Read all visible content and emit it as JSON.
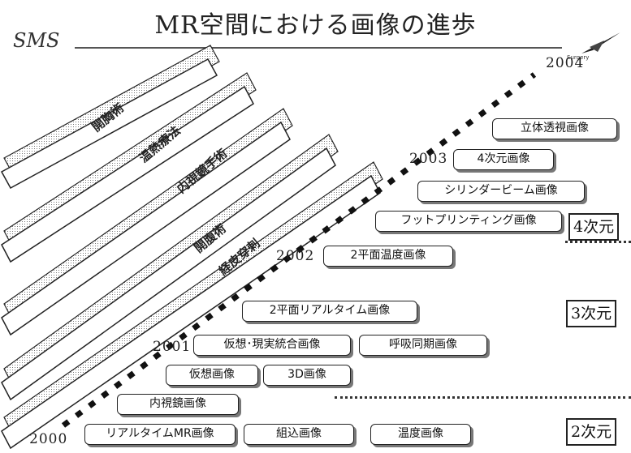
{
  "title": "MR空間における画像の進歩",
  "logos": {
    "left": "SMS",
    "right": "Surgery"
  },
  "diagonal_bars": [
    {
      "label": "開胸術"
    },
    {
      "label": "温熱療法"
    },
    {
      "label": "内視鏡手術"
    },
    {
      "label": "開腹術"
    },
    {
      "label": "経皮穿刺"
    }
  ],
  "years": [
    "2000",
    "2001",
    "2002",
    "2003",
    "2004"
  ],
  "boxes": [
    {
      "label": "リアルタイムMR画像"
    },
    {
      "label": "組込画像"
    },
    {
      "label": "温度画像"
    },
    {
      "label": "内視鏡画像"
    },
    {
      "label": "仮想画像"
    },
    {
      "label": "3D画像"
    },
    {
      "label": "仮想･現実統合画像"
    },
    {
      "label": "呼吸同期画像"
    },
    {
      "label": "2平面リアルタイム画像"
    },
    {
      "label": "2平面温度画像"
    },
    {
      "label": "フットプリンティング画像"
    },
    {
      "label": "シリンダービーム画像"
    },
    {
      "label": "4次元画像"
    },
    {
      "label": "立体透視画像"
    }
  ],
  "dimensions": [
    "2次元",
    "3次元",
    "4次元"
  ]
}
